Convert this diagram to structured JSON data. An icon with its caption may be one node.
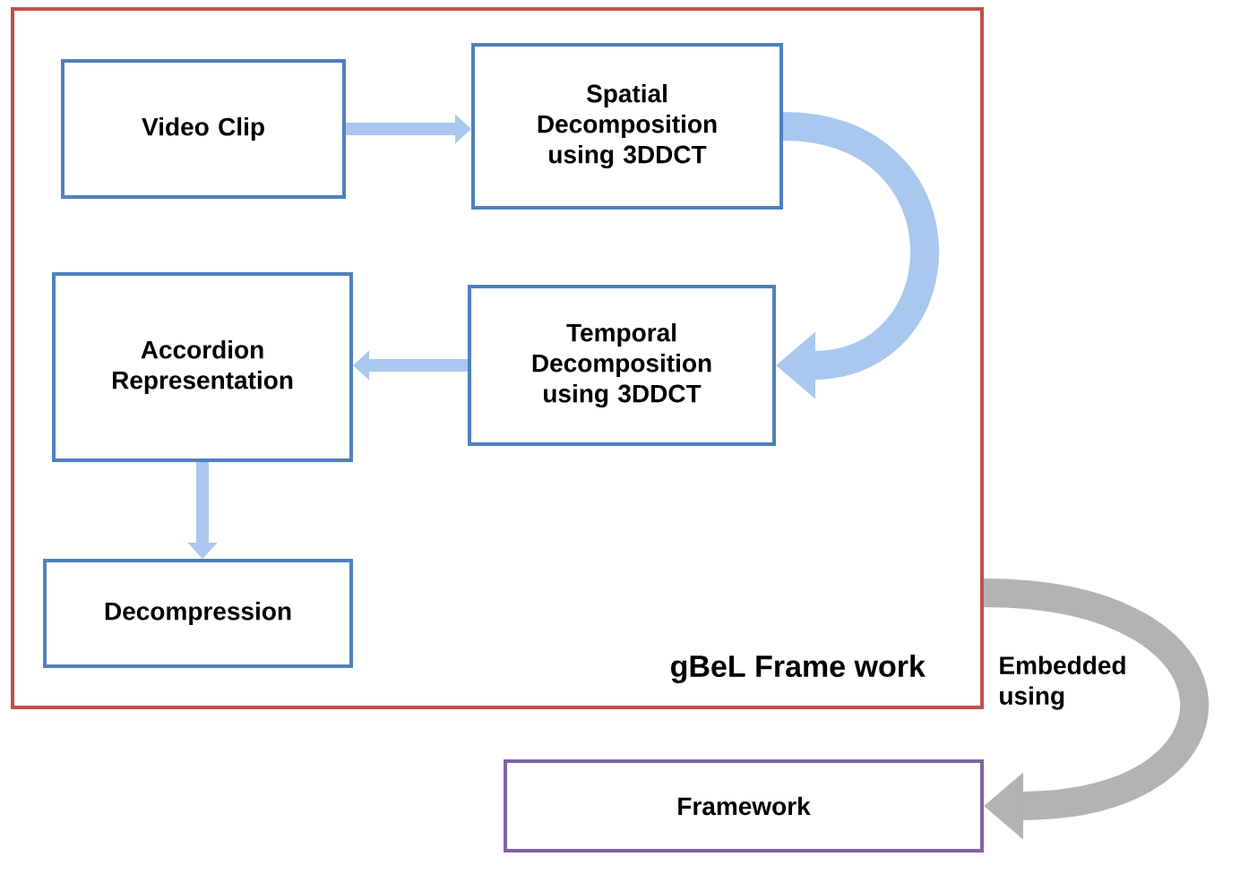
{
  "diagram": {
    "nodes": [
      {
        "text": [
          "gBeL Frame work"
        ]
      },
      {
        "text": [
          "Video Clip"
        ],
        "in": 0
      },
      {
        "text": [
          "Spatial Decomposition using 3DDCT"
        ],
        "in": 0
      },
      {
        "text": [
          "Temporal Decomposition using 3DDCT"
        ],
        "in": 0
      },
      {
        "text": [
          "Accordion Representation"
        ],
        "in": 0
      },
      {
        "text": [
          "Decompression"
        ],
        "in": 0
      },
      {
        "text": [
          "Framework"
        ]
      }
    ],
    "edges": [
      {
        "from": 1,
        "to": 2,
        "arrow": "to"
      },
      {
        "from": 2,
        "to": 3,
        "arrow": "to",
        "style": "thick"
      },
      {
        "from": 3,
        "to": 4,
        "arrow": "to"
      },
      {
        "from": 4,
        "to": 5,
        "arrow": "to"
      },
      {
        "from": 0,
        "to": 6,
        "arrow": "to",
        "style": "thick",
        "color": "#b3b3b3",
        "label": "Embedded using"
      }
    ]
  }
}
